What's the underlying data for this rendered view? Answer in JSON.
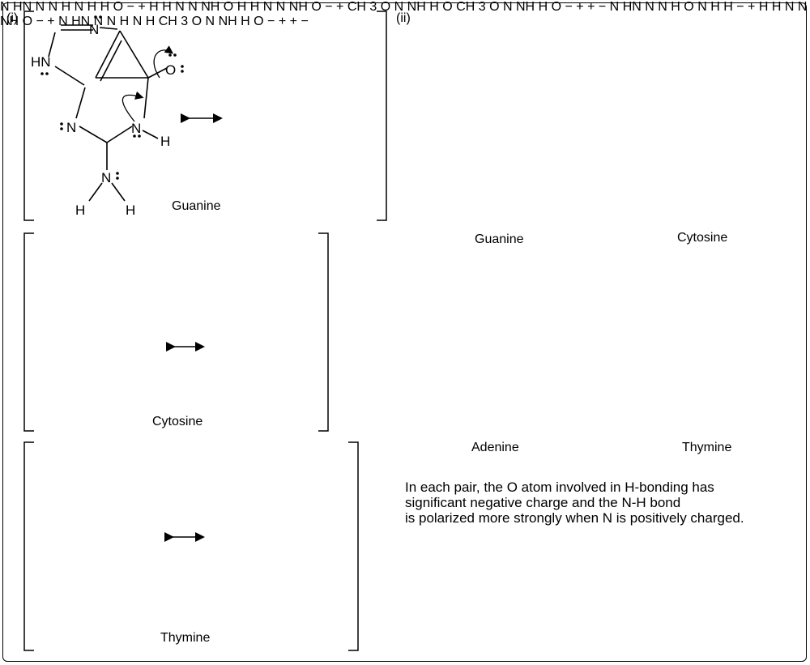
{
  "panels": {
    "i": "(i)",
    "ii": "(ii)"
  },
  "molecules": {
    "guanine": "Guanine",
    "cytosine": "Cytosine",
    "thymine": "Thymine",
    "adenine": "Adenine"
  },
  "atom_labels": {
    "N": "N",
    "HN": "HN",
    "NH": "NH",
    "O": "O",
    "H": "H",
    "CH3": "CH",
    "sub3": "3",
    "minus": "−",
    "plus": "+",
    "lone_pair_colon": ":"
  },
  "caption_lines": [
    "In each pair, the O atom involved in H-bonding has",
    "significant negative charge and the N-H bond",
    "is polarized more strongly when N is positively charged."
  ],
  "colors": {
    "hbond": "#e0261f",
    "ink": "#000000",
    "frame": "#000000"
  }
}
